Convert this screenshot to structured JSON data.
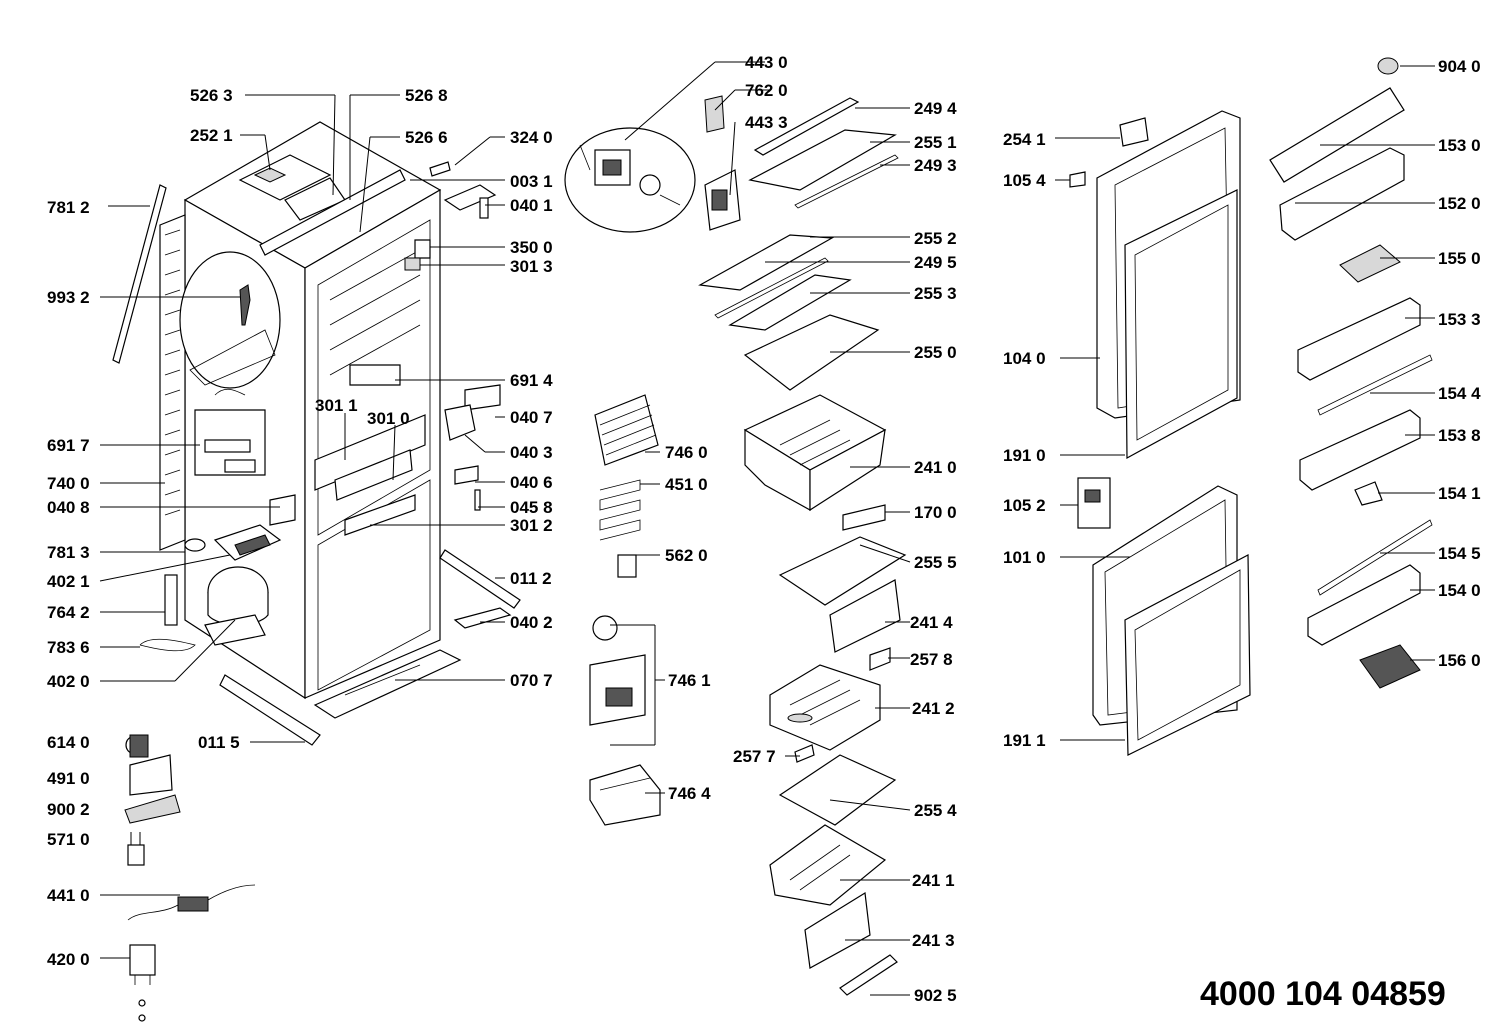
{
  "part_number": "4000 104 04859",
  "labels": [
    {
      "id": "p4430",
      "text": "443 0"
    },
    {
      "id": "p7620",
      "text": "762 0"
    },
    {
      "id": "p4433",
      "text": "443 3"
    },
    {
      "id": "p9040",
      "text": "904 0"
    },
    {
      "id": "p5263",
      "text": "526 3"
    },
    {
      "id": "p5268",
      "text": "526 8"
    },
    {
      "id": "p2494",
      "text": "249 4"
    },
    {
      "id": "p2521",
      "text": "252 1"
    },
    {
      "id": "p5266",
      "text": "526 6"
    },
    {
      "id": "p3240",
      "text": "324 0"
    },
    {
      "id": "p2541",
      "text": "254 1"
    },
    {
      "id": "p2551",
      "text": "255 1"
    },
    {
      "id": "p1530",
      "text": "153 0"
    },
    {
      "id": "p2493",
      "text": "249 3"
    },
    {
      "id": "p0031",
      "text": "003 1"
    },
    {
      "id": "p1054",
      "text": "105 4"
    },
    {
      "id": "p7812",
      "text": "781 2"
    },
    {
      "id": "p0401",
      "text": "040 1"
    },
    {
      "id": "p1520",
      "text": "152 0"
    },
    {
      "id": "p2552",
      "text": "255 2"
    },
    {
      "id": "p3500",
      "text": "350 0"
    },
    {
      "id": "p3013",
      "text": "301 3"
    },
    {
      "id": "p2495",
      "text": "249 5"
    },
    {
      "id": "p1550",
      "text": "155 0"
    },
    {
      "id": "p2553",
      "text": "255 3"
    },
    {
      "id": "p9932",
      "text": "993 2"
    },
    {
      "id": "p1533",
      "text": "153 3"
    },
    {
      "id": "p2550",
      "text": "255 0"
    },
    {
      "id": "p1040",
      "text": "104 0"
    },
    {
      "id": "p6914",
      "text": "691 4"
    },
    {
      "id": "p1544",
      "text": "154 4"
    },
    {
      "id": "p3011",
      "text": "301 1"
    },
    {
      "id": "p3010",
      "text": "301 0"
    },
    {
      "id": "p0407",
      "text": "040 7"
    },
    {
      "id": "p1538",
      "text": "153 8"
    },
    {
      "id": "p6917",
      "text": "691 7"
    },
    {
      "id": "p0403",
      "text": "040 3"
    },
    {
      "id": "p7460",
      "text": "746 0"
    },
    {
      "id": "p1910",
      "text": "191 0"
    },
    {
      "id": "p2410",
      "text": "241 0"
    },
    {
      "id": "p7400",
      "text": "740 0"
    },
    {
      "id": "p0406",
      "text": "040 6"
    },
    {
      "id": "p4510",
      "text": "451 0"
    },
    {
      "id": "p1541",
      "text": "154 1"
    },
    {
      "id": "p0408",
      "text": "040 8"
    },
    {
      "id": "p0458",
      "text": "045 8"
    },
    {
      "id": "p1052",
      "text": "105 2"
    },
    {
      "id": "p1700",
      "text": "170 0"
    },
    {
      "id": "p3012",
      "text": "301 2"
    },
    {
      "id": "p7813",
      "text": "781 3"
    },
    {
      "id": "p5620",
      "text": "562 0"
    },
    {
      "id": "p1010",
      "text": "101 0"
    },
    {
      "id": "p2555",
      "text": "255 5"
    },
    {
      "id": "p1545",
      "text": "154 5"
    },
    {
      "id": "p0112",
      "text": "011 2"
    },
    {
      "id": "p4021",
      "text": "402 1"
    },
    {
      "id": "p1540",
      "text": "154 0"
    },
    {
      "id": "p7642",
      "text": "764 2"
    },
    {
      "id": "p0402",
      "text": "040 2"
    },
    {
      "id": "p2414",
      "text": "241 4"
    },
    {
      "id": "p7836",
      "text": "783 6"
    },
    {
      "id": "p2578",
      "text": "257 8"
    },
    {
      "id": "p1560",
      "text": "156 0"
    },
    {
      "id": "p0707",
      "text": "070 7"
    },
    {
      "id": "p7461",
      "text": "746 1"
    },
    {
      "id": "p4020",
      "text": "402 0"
    },
    {
      "id": "p2412",
      "text": "241 2"
    },
    {
      "id": "p1911",
      "text": "191 1"
    },
    {
      "id": "p6140",
      "text": "614 0"
    },
    {
      "id": "p0115",
      "text": "011 5"
    },
    {
      "id": "p2577",
      "text": "257 7"
    },
    {
      "id": "p4910",
      "text": "491 0"
    },
    {
      "id": "p7464",
      "text": "746 4"
    },
    {
      "id": "p9002",
      "text": "900 2"
    },
    {
      "id": "p2554",
      "text": "255 4"
    },
    {
      "id": "p5710",
      "text": "571 0"
    },
    {
      "id": "p2411",
      "text": "241 1"
    },
    {
      "id": "p4410",
      "text": "441 0"
    },
    {
      "id": "p2413",
      "text": "241 3"
    },
    {
      "id": "p4200",
      "text": "420 0"
    },
    {
      "id": "p9025",
      "text": "902 5"
    }
  ]
}
